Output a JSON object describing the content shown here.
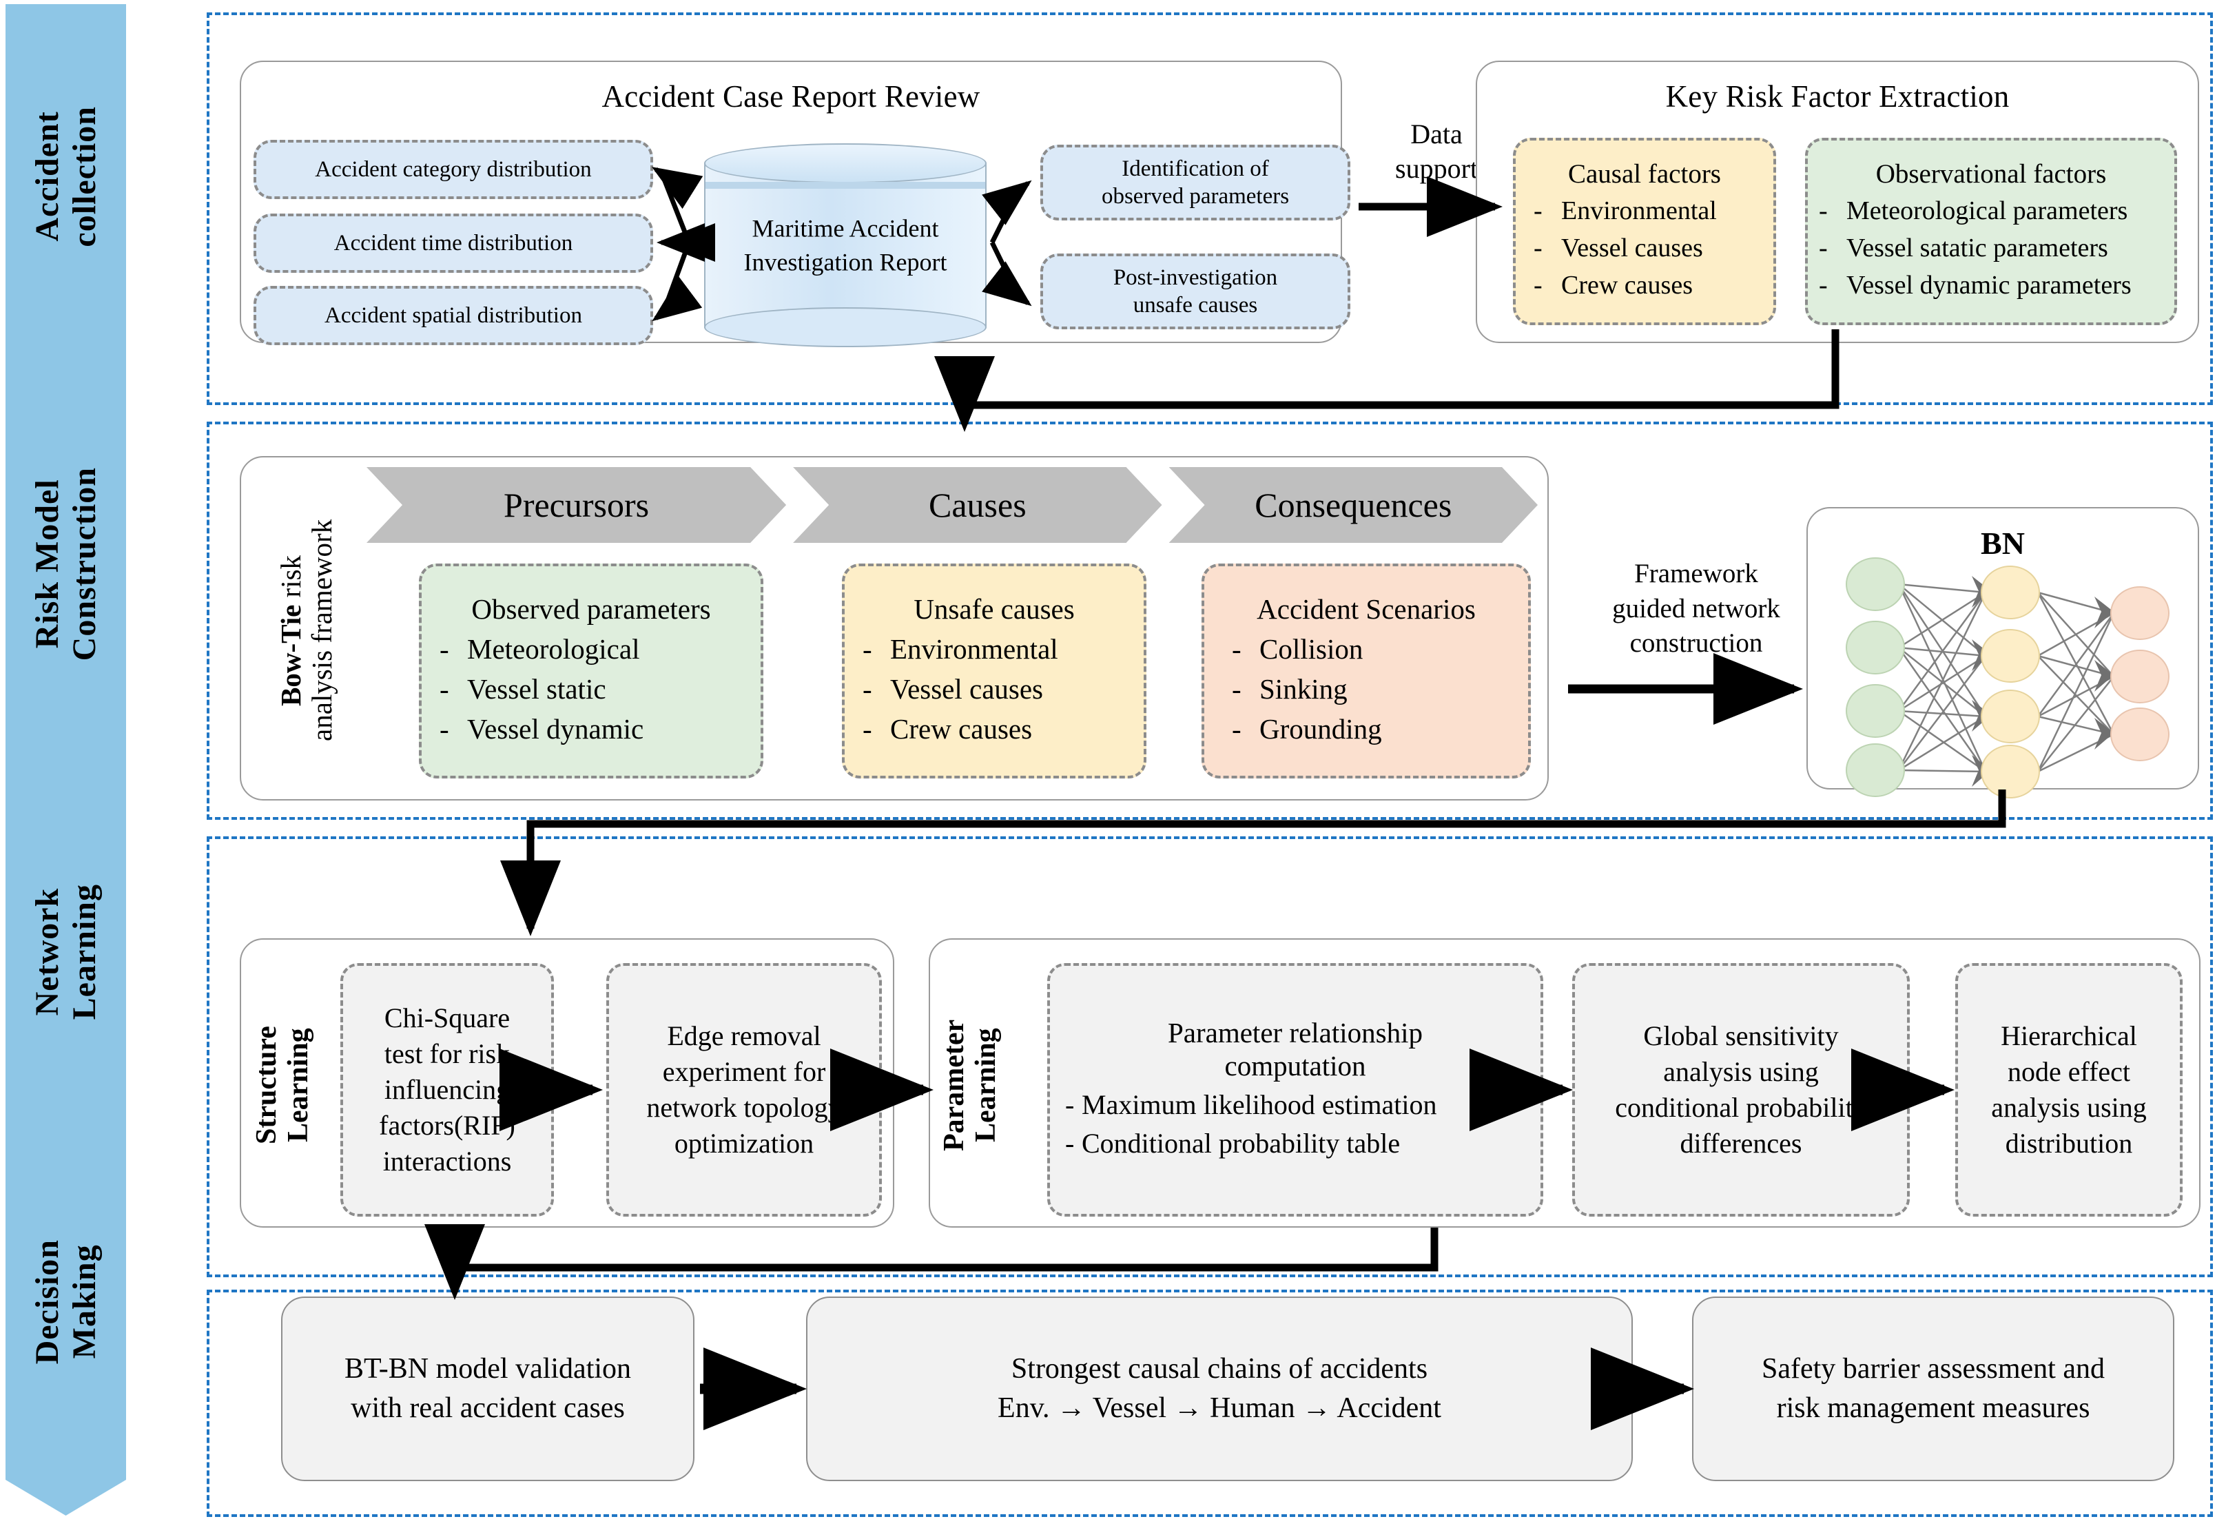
{
  "rail": {
    "items": [
      {
        "name": "accident-collection",
        "line1": "Accident",
        "line2": "collection"
      },
      {
        "name": "risk-model-construction",
        "line1": "Risk Model",
        "line2": "Construction"
      },
      {
        "name": "network-learning",
        "line1": "Network",
        "line2": "Learning"
      },
      {
        "name": "decision-making",
        "line1": "Decision",
        "line2": "Making"
      }
    ]
  },
  "stage1": {
    "left_card_title": "Accident Case Report Review",
    "right_card_title": "Key Risk Factor Extraction",
    "left_boxes": [
      "Accident category distribution",
      "Accident time distribution",
      "Accident spatial distribution"
    ],
    "database_label": "Maritime Accident\nInvestigation Report",
    "right_boxes": [
      "Identification of\nobserved parameters",
      "Post-investigation\nunsafe causes"
    ],
    "connector_label": "Data\nsupport",
    "factor_boxes": [
      {
        "title": "Causal factors",
        "items": [
          "Environmental",
          "Vessel causes",
          "Crew causes"
        ]
      },
      {
        "title": "Observational factors",
        "items": [
          "Meteorological parameters",
          "Vessel satatic parameters",
          "Vessel dynamic parameters"
        ]
      }
    ]
  },
  "stage2": {
    "side_label_bold": "Bow-Tie",
    "side_label_rest": " risk",
    "side_label_line2": "analysis framework",
    "banner": [
      "Precursors",
      "Causes",
      "Consequences"
    ],
    "boxes": [
      {
        "title": "Observed parameters",
        "items": [
          "Meteorological",
          "Vessel static",
          "Vessel dynamic"
        ]
      },
      {
        "title": "Unsafe causes",
        "items": [
          "Environmental",
          "Vessel causes",
          "Crew causes"
        ]
      },
      {
        "title": "Accident Scenarios",
        "items": [
          "Collision",
          "Sinking",
          "Grounding"
        ]
      }
    ],
    "arrow_label": "Framework\nguided network\nconstruction",
    "bn_title": "BN",
    "bn": {
      "layer1_count": 4,
      "layer2_count": 4,
      "layer3_count": 3,
      "layer1_color": "#d9ead3",
      "layer2_color": "#fdeec8",
      "layer3_color": "#fbe0cf",
      "edge_color": "#808080"
    }
  },
  "stage3": {
    "structure_label": "Structure\nLearning",
    "parameter_label": "Parameter\nLearning",
    "boxes": [
      "Chi-Square\ntest for risk\ninfluencing\nfactors(RIF)\ninteractions",
      "Edge removal\nexperiment for\nnetwork topology\noptimization"
    ],
    "param_box": {
      "title": "Parameter relationship\ncomputation",
      "items": [
        "Maximum likelihood estimation",
        "Conditional probability table"
      ]
    },
    "right_boxes": [
      "Global sensitivity\nanalysis using\nconditional probability\ndifferences",
      "Hierarchical\nnode effect\nanalysis using\ndistribution"
    ]
  },
  "stage4": {
    "boxes": [
      "BT-BN model validation\nwith real accident cases",
      "Strongest causal chains of accidents\nEnv. → Vessel → Human → Accident",
      "Safety barrier assessment and\nrisk management measures"
    ]
  },
  "colors": {
    "stage_border": "#1f76c4",
    "rail": "#8ec6e6",
    "banner": "#bfbfbf",
    "blue_box": "#dbe9f7",
    "yellow_box": "#fdeec8",
    "green_box": "#dfeedd",
    "peach_box": "#fbe0cf",
    "grey_box": "#f2f2f2"
  }
}
